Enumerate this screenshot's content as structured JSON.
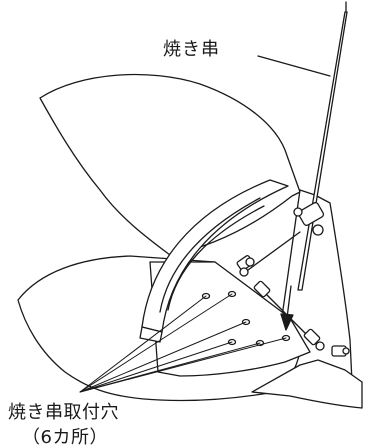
{
  "labels": {
    "skewer": "焼き串",
    "mount_holes": "焼き串取付穴",
    "mount_holes_count": "（6カ所）"
  },
  "colors": {
    "line": "#1a1a1a",
    "fill": "#ffffff"
  }
}
